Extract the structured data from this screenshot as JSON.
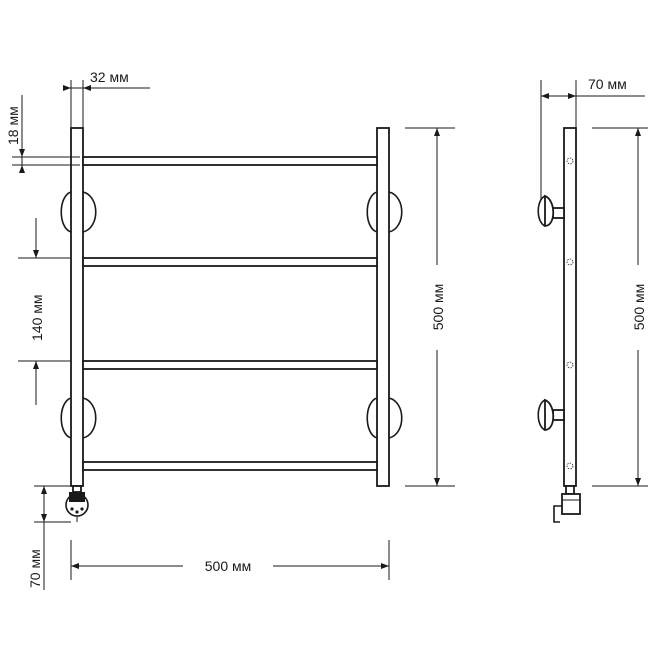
{
  "front_view": {
    "width_label": "500 мм",
    "height_label": "500 мм",
    "pipe_label": "32 мм",
    "bar_label": "18 мм",
    "spacing_label": "140 мм",
    "bottom_label": "70 мм"
  },
  "side_view": {
    "depth_label": "70 мм",
    "height_label": "500 мм"
  }
}
